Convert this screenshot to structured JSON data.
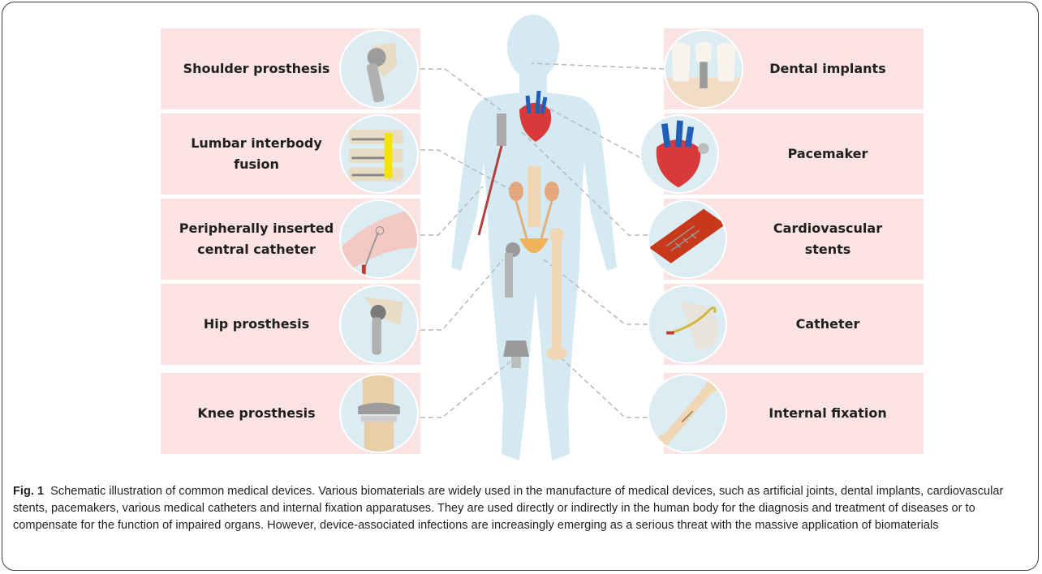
{
  "devices_left": [
    {
      "id": "shoulder",
      "label": "Shoulder prosthesis",
      "icon": "shoulder-prosthesis-icon"
    },
    {
      "id": "lumbar",
      "label": "Lumbar interbody\nfusion",
      "icon": "lumbar-fusion-icon"
    },
    {
      "id": "picc",
      "label": "Peripherally inserted\ncentral  catheter",
      "icon": "picc-line-icon"
    },
    {
      "id": "hip",
      "label": "Hip prosthesis",
      "icon": "hip-prosthesis-icon"
    },
    {
      "id": "knee",
      "label": "Knee prosthesis",
      "icon": "knee-prosthesis-icon"
    }
  ],
  "devices_right": [
    {
      "id": "dental",
      "label": "Dental implants",
      "icon": "dental-implant-icon"
    },
    {
      "id": "pacemaker",
      "label": "Pacemaker",
      "icon": "pacemaker-icon"
    },
    {
      "id": "stents",
      "label": "Cardiovascular\nstents",
      "icon": "stent-icon"
    },
    {
      "id": "catheter",
      "label": "Catheter",
      "icon": "catheter-icon"
    },
    {
      "id": "fixation",
      "label": "Internal fixation",
      "icon": "bone-fixation-icon"
    }
  ],
  "caption": {
    "label": "Fig. 1",
    "text": "Schematic illustration of common medical devices. Various biomaterials are widely used in the manufacture of medical devices, such as artificial joints, dental implants, cardiovascular stents, pacemakers, various medical catheters and internal fixation apparatuses. They are used directly or indirectly in the human body for the diagnosis and treatment of diseases or to compensate for the function of impaired organs. However, device-associated infections are increasingly emerging as a serious threat with the massive application of biomaterials"
  },
  "colors": {
    "label_background": "#fbe3e4",
    "circle_background": "#dcecf3",
    "body_silhouette": "#d5e9f3",
    "leader_line": "#b8b8b8"
  }
}
